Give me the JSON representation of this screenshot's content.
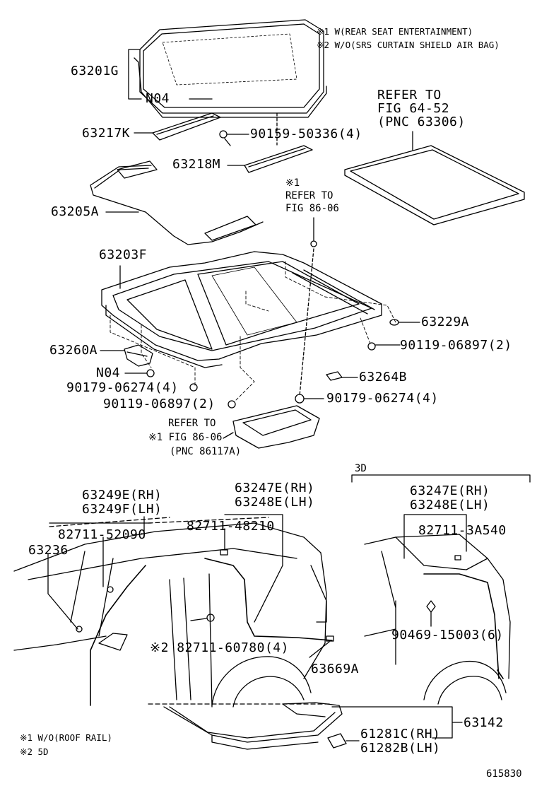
{
  "notes_top": [
    "※1 W(REAR SEAT ENTERTAINMENT)",
    "※2 W/O(SRS CURTAIN SHIELD AIR BAG)"
  ],
  "notes_bottom": [
    "※1 W/O(ROOF RAIL)",
    "※2 5D"
  ],
  "section_3d": "3D",
  "figure_code": "615830",
  "refer_shade": [
    "REFER TO",
    "FIG 64-52",
    "(PNC 63306)"
  ],
  "refer_86_top": [
    "※1",
    "REFER TO",
    "FIG 86-06"
  ],
  "refer_86_bottom": [
    "REFER TO",
    "※1 FIG 86-06",
    "(PNC 86117A)"
  ],
  "parts": {
    "p63201G": "63201G",
    "n04_a": "N04",
    "p63217K": "63217K",
    "p90159": "90159-50336(4)",
    "p63218M": "63218M",
    "p63205A": "63205A",
    "p63203F": "63203F",
    "p63229A": "63229A",
    "p90119_a": "90119-06897(2)",
    "p63260A": "63260A",
    "n04_b": "N04",
    "p90179_a": "90179-06274(4)",
    "p63264B": "63264B",
    "p90119_b": "90119-06897(2)",
    "p90179_b": "90179-06274(4)",
    "p63249E": "63249E(RH)",
    "p63249F": "63249F(LH)",
    "p82711_52090": "82711-52090",
    "p63236": "63236",
    "p63247E_a": "63247E(RH)",
    "p63248E_a": "63248E(LH)",
    "p82711_48210": "82711-48210",
    "p82711_60780": "※2 82711-60780(4)",
    "p63669A": "63669A",
    "p63247E_b": "63247E(RH)",
    "p63248E_b": "63248E(LH)",
    "p82711_3A540": "82711-3A540",
    "p90469": "90469-15003(6)",
    "p63142": "63142",
    "p61281C": "61281C(RH)",
    "p61282B": "61282B(LH)"
  }
}
